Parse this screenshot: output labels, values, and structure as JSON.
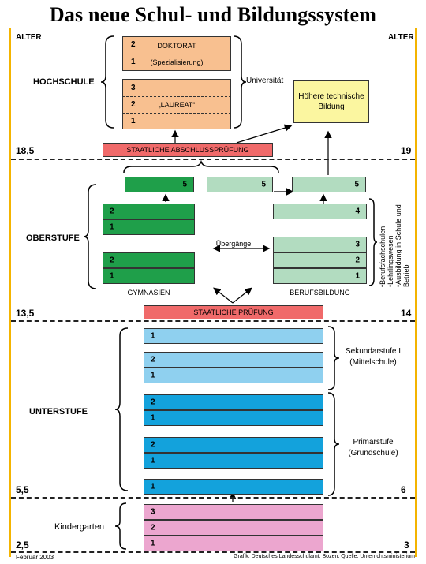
{
  "title": "Das neue Schul- und Bildungssystem",
  "alter_left": "ALTER",
  "alter_right": "ALTER",
  "ages": {
    "a18_5": "18,5",
    "a19": "19",
    "a13_5": "13,5",
    "a14": "14",
    "a5_5": "5,5",
    "a6": "6",
    "a2_5": "2,5",
    "a3": "3"
  },
  "sections": {
    "hochschule": "HOCHSCHULE",
    "oberstufe": "OBERSTUFE",
    "unterstufe": "UNTERSTUFE",
    "kindergarten": "Kindergarten"
  },
  "hochschule": {
    "universitaet": "Universität",
    "doktorat": "DOKTORAT",
    "spezialisierung": "(Spezialisierung)",
    "laureat": "„LAUREAT“",
    "hoehere": "Höhere technische Bildung",
    "n1": "1",
    "n2": "2",
    "n3": "3"
  },
  "abschluss": "STAATLICHE ABSCHLUSSPRÜFUNG",
  "pruefung": "STAATLICHE PRÜFUNG",
  "oberstufe": {
    "five": "5",
    "four": "4",
    "three": "3",
    "two": "2",
    "one": "1",
    "uebergaenge": "Übergänge",
    "gymnasien": "GYMNASIEN",
    "berufsbildung": "BERUFSBILDUNG",
    "side_list": "•Berufsfachschulen •Lehrlingswesen •Ausbildung in Schule und Betrieb"
  },
  "unterstufe": {
    "sek1": "Sekundarstufe I",
    "mittel": "(Mittelschule)",
    "primar": "Primarstufe",
    "grund": "(Grundschule)",
    "n1": "1",
    "n2": "2",
    "n3": "3"
  },
  "footer": {
    "date": "Februar 2003",
    "credit": "Grafik: Deutsches Landesschulamt, Bozen; Quelle: Unterrichtsministerium"
  },
  "colors": {
    "frame": "#f4b400",
    "orange": "#f8c090",
    "green": "#1f9f4a",
    "lightgreen": "#b2dcc0",
    "lightblue": "#8fd0ef",
    "blue": "#13a2dc",
    "pink": "#eca6cf",
    "red": "#f06a6a",
    "yellow": "#fbf6a0"
  }
}
